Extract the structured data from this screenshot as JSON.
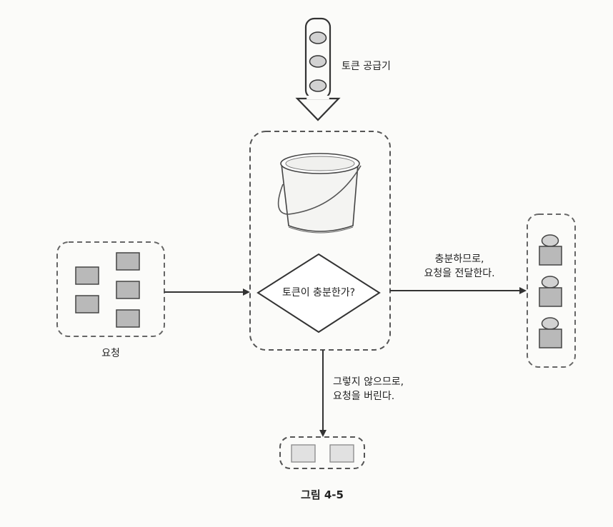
{
  "diagram": {
    "token_supplier_label": "토큰 공급기",
    "decision_label": "토큰이 충분한가?",
    "yes_label_line1": "충분하므로,",
    "yes_label_line2": "요청을 전달한다.",
    "no_label_line1": "그렇지 않으므로,",
    "no_label_line2": "요청을 버린다.",
    "requests_label": "요청",
    "caption": "그림 4-5"
  },
  "colors": {
    "stroke": "#333333",
    "dashed_border": "#555555",
    "request_fill": "#b9b9b9",
    "dropped_fill": "#e1e1e1",
    "token_fill": "#d2d2d2"
  }
}
